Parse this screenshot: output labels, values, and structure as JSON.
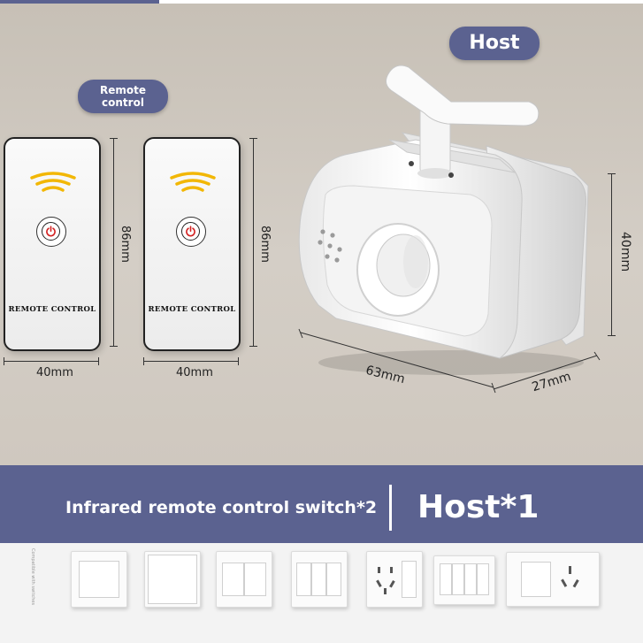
{
  "labels": {
    "host_pill": "Host",
    "remote_pill_line1": "Remote",
    "remote_pill_line2": "control"
  },
  "remotes": [
    {
      "label": "REMOTE CONTROL",
      "height_dim": "86mm",
      "width_dim": "40mm"
    },
    {
      "label": "REMOTE CONTROL",
      "height_dim": "86mm",
      "width_dim": "40mm"
    }
  ],
  "host_dims": {
    "height": "40mm",
    "length": "63mm",
    "depth": "27mm"
  },
  "banner": {
    "left_text": "Infrared remote control switch*2",
    "right_text": "Host*1"
  },
  "compat_note": "Compatible with switches",
  "colors": {
    "accent": "#5b6290",
    "signal": "#f2b705",
    "power": "#d22222"
  },
  "icons": [
    "power-icon",
    "signal-waves-icon"
  ]
}
